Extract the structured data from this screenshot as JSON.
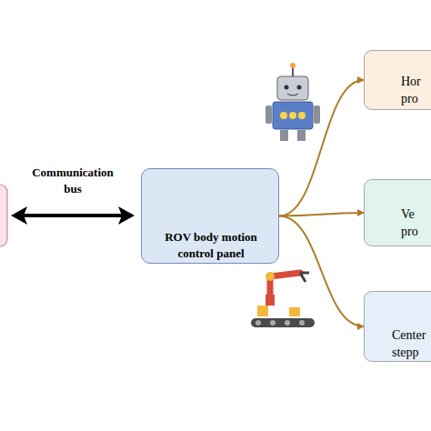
{
  "diagram": {
    "nodes": [
      {
        "text": [
          "ROV body motion control panel"
        ]
      },
      {
        "text": [
          "Hor pro"
        ]
      },
      {
        "text": [
          "Ve pro"
        ]
      },
      {
        "text": [
          "Center stepp"
        ]
      }
    ],
    "edges": [
      {
        "from": 0,
        "to": 1,
        "arrow": "to"
      },
      {
        "from": 0,
        "to": 2,
        "arrow": "to"
      },
      {
        "from": 0,
        "to": 3,
        "arrow": "to"
      }
    ],
    "labels": [
      "Communication bus"
    ]
  }
}
